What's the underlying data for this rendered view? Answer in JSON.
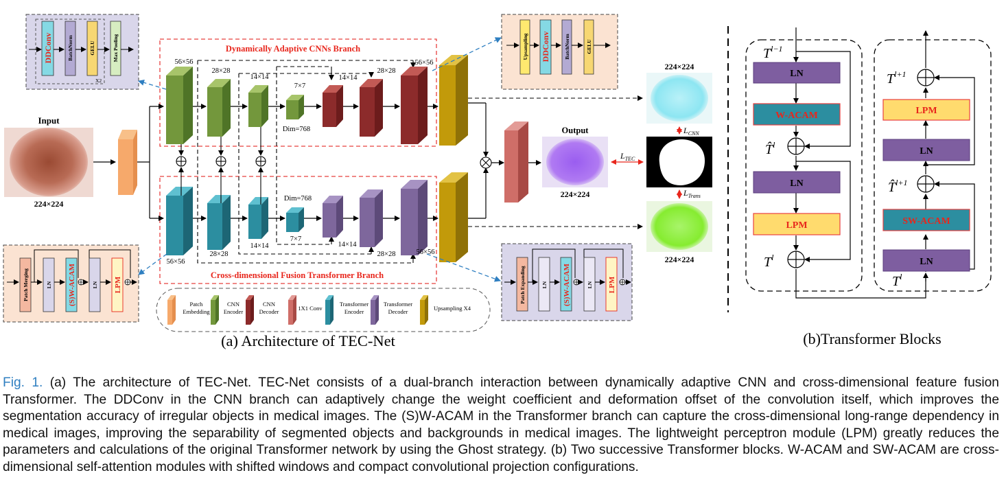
{
  "architecture": {
    "sub_title": "(a) Architecture of TEC-Net",
    "cnn_branch_title": "Dynamically Adaptive CNNs Branch",
    "trans_branch_title": "Cross-dimensional Fusion Transformer Branch",
    "input_title": "Input",
    "input_size": "224×224",
    "output_title": "Output",
    "output_size": "224×224",
    "cnn_pred_size": "224×224",
    "trans_pred_size": "224×224",
    "res": {
      "r56": "56×56",
      "r28": "28×28",
      "r14": "14×14",
      "r7": "7×7"
    },
    "dim_label": "Dim=768",
    "loss_cnn": "L",
    "loss_cnn_sub": "CNN",
    "loss_trans": "L",
    "loss_trans_sub": "Trans",
    "loss_tec": "L",
    "loss_tec_sub": "TEC",
    "encoder_detail": {
      "ops": [
        "DDConv",
        "BatchNorm",
        "GELU",
        "Max Pooling"
      ],
      "repeat": "X2"
    },
    "decoder_detail": {
      "ops": [
        "Upsampling",
        "DDConv",
        "BatchNorm",
        "GELU"
      ]
    },
    "patch_merging_detail": {
      "ops": [
        "Patch Merging",
        "LN",
        "(S)W-ACAM",
        "LN",
        "LPM"
      ]
    },
    "patch_expanding_detail": {
      "ops": [
        "Patch Expanding",
        "LN",
        "(S)W-ACAM",
        "LN",
        "LPM"
      ]
    },
    "legend": [
      {
        "label": "Patch Embedding",
        "color": "#f6a96b"
      },
      {
        "label": "CNN Encoder",
        "color": "#73973c"
      },
      {
        "label": "CNN Decoder",
        "color": "#8c2b2b"
      },
      {
        "label": "1X1 Conv",
        "color": "#cf6e68"
      },
      {
        "label": "Transformer Encoder",
        "color": "#2c8ea0"
      },
      {
        "label": "Transformer Decoder",
        "color": "#7e679c"
      },
      {
        "label": "Upsampling X4",
        "color": "#c29a0a"
      }
    ]
  },
  "transformer_blocks": {
    "sub_title": "(b)Transformer Blocks",
    "left": {
      "ln1": "LN",
      "attn": "W-ACAM",
      "ln2": "LN",
      "lpm": "LPM"
    },
    "right": {
      "ln1": "LN",
      "attn": "SW-ACAM",
      "ln2": "LN",
      "lpm": "LPM"
    },
    "sym": {
      "t_prev": "T",
      "t_prev_sup": "l−1",
      "t_hat_l": "T̂",
      "t_hat_l_sup": "l",
      "t_l": "T",
      "t_l_sup": "l",
      "t_l_in": "T",
      "t_l_in_sup": "l",
      "t_hat_next": "T̂",
      "t_hat_next_sup": "l+1",
      "t_next": "T",
      "t_next_sup": "l+1"
    }
  },
  "colors": {
    "red_dash": "#e8403f",
    "blue_dash": "#2f7fc1",
    "ln_purple": "#7e5ea0",
    "attn_teal": "#2c8ea0",
    "lpm_yellow": "#ffdb6e",
    "text_red": "#e8261c"
  },
  "caption": {
    "prefix": "Fig. 1.",
    "text": "(a) The architecture of TEC-Net. TEC-Net consists of a dual-branch interaction between dynamically adaptive CNN and cross-dimensional feature fusion Transformer. The DDConv in the CNN branch can adaptively change the weight coefficient and deformation offset of the convolution itself, which improves the segmentation accuracy of irregular objects in medical images. The (S)W-ACAM in the Transformer branch can capture the cross-dimensional long-range dependency in medical images, improving the separability of segmented objects and backgrounds in medical images. The lightweight perceptron module (LPM) greatly reduces the parameters and calculations of the original Transformer network by using the Ghost strategy. (b) Two successive Transformer blocks. W-ACAM and SW-ACAM are cross-dimensional self-attention modules with shifted windows and compact convolutional projection configurations."
  }
}
